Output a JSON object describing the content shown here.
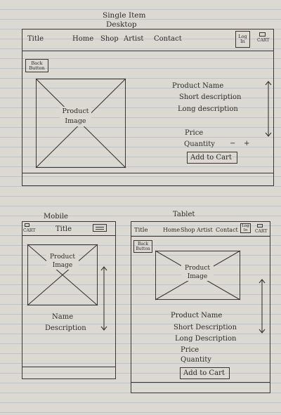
{
  "heading": {
    "line1": "Single Item",
    "line2": "Desktop"
  },
  "desktop": {
    "nav": {
      "title": "Title",
      "links": [
        "Home",
        "Shop",
        "Artist",
        "Contact"
      ],
      "login": "Log In",
      "cart": "CART"
    },
    "back_button": "Back Button",
    "image_label": "Product Image",
    "product_name": "Product Name",
    "short_description": "Short description",
    "long_description": "Long description",
    "price": "Price",
    "quantity": "Quantity",
    "minus": "−",
    "plus": "+",
    "add_to_cart": "Add to Cart"
  },
  "mobile": {
    "heading": "Mobile",
    "cart": "CART",
    "title": "Title",
    "image_label": "Product Image",
    "name": "Name",
    "description": "Description"
  },
  "tablet": {
    "heading": "Tablet",
    "nav": {
      "title": "Title",
      "links": [
        "Home",
        "Shop",
        "Artist",
        "Contact"
      ],
      "login": "Log In",
      "cart": "CART"
    },
    "back_button": "Back Button",
    "image_label": "Product Image",
    "product_name": "Product Name",
    "short_description": "Short Description",
    "long_description": "Long Description",
    "price": "Price",
    "quantity": "Quantity",
    "add_to_cart": "Add to Cart"
  }
}
